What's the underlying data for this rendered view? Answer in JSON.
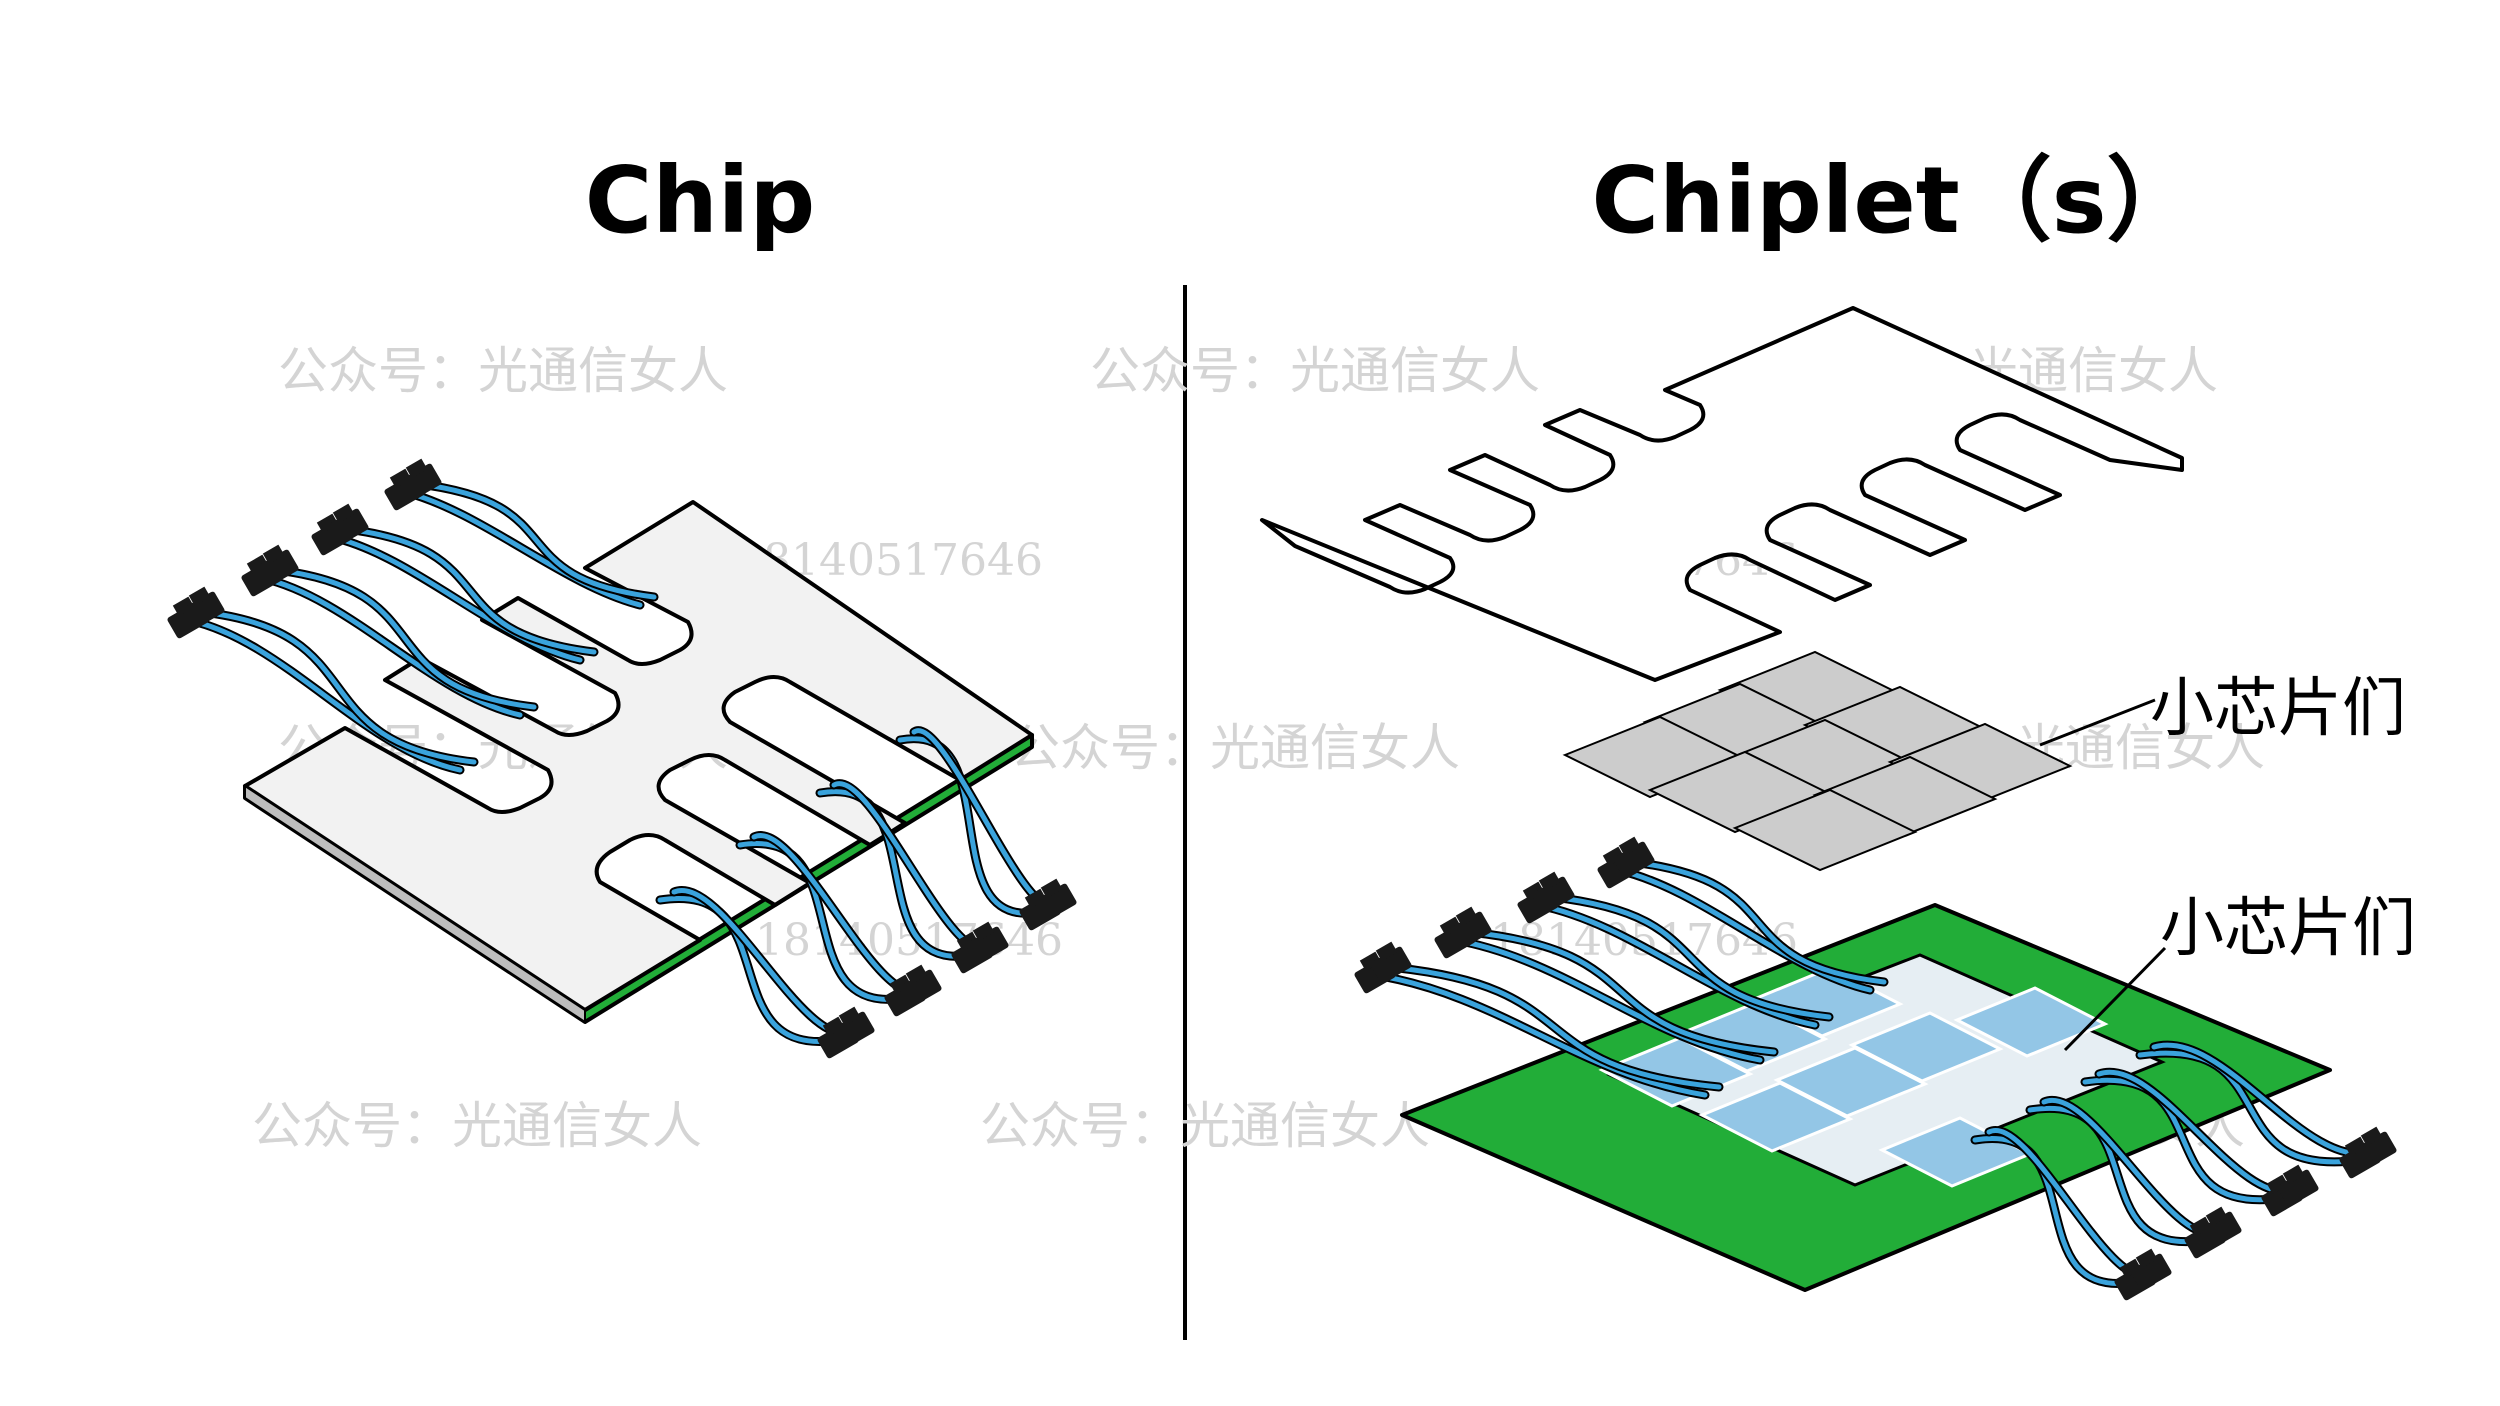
{
  "titles": {
    "left": "Chip",
    "right": "Chiplet（s）"
  },
  "callouts": {
    "upper": "小芯片们",
    "lower": "小芯片们"
  },
  "watermarks": {
    "account": "公众号：光通信女人",
    "number": "18140517646"
  },
  "colors": {
    "cable": "#3aa3dc",
    "connector": "#1a1a1a",
    "substrate": "#22ad38",
    "chiplet_gray": "#cccccc",
    "chiplet_blue": "#93c6e6",
    "board": "#f2f2f2"
  },
  "icons": {
    "divider": "vertical-line",
    "cable": "cable-icon",
    "connector": "connector-icon"
  }
}
